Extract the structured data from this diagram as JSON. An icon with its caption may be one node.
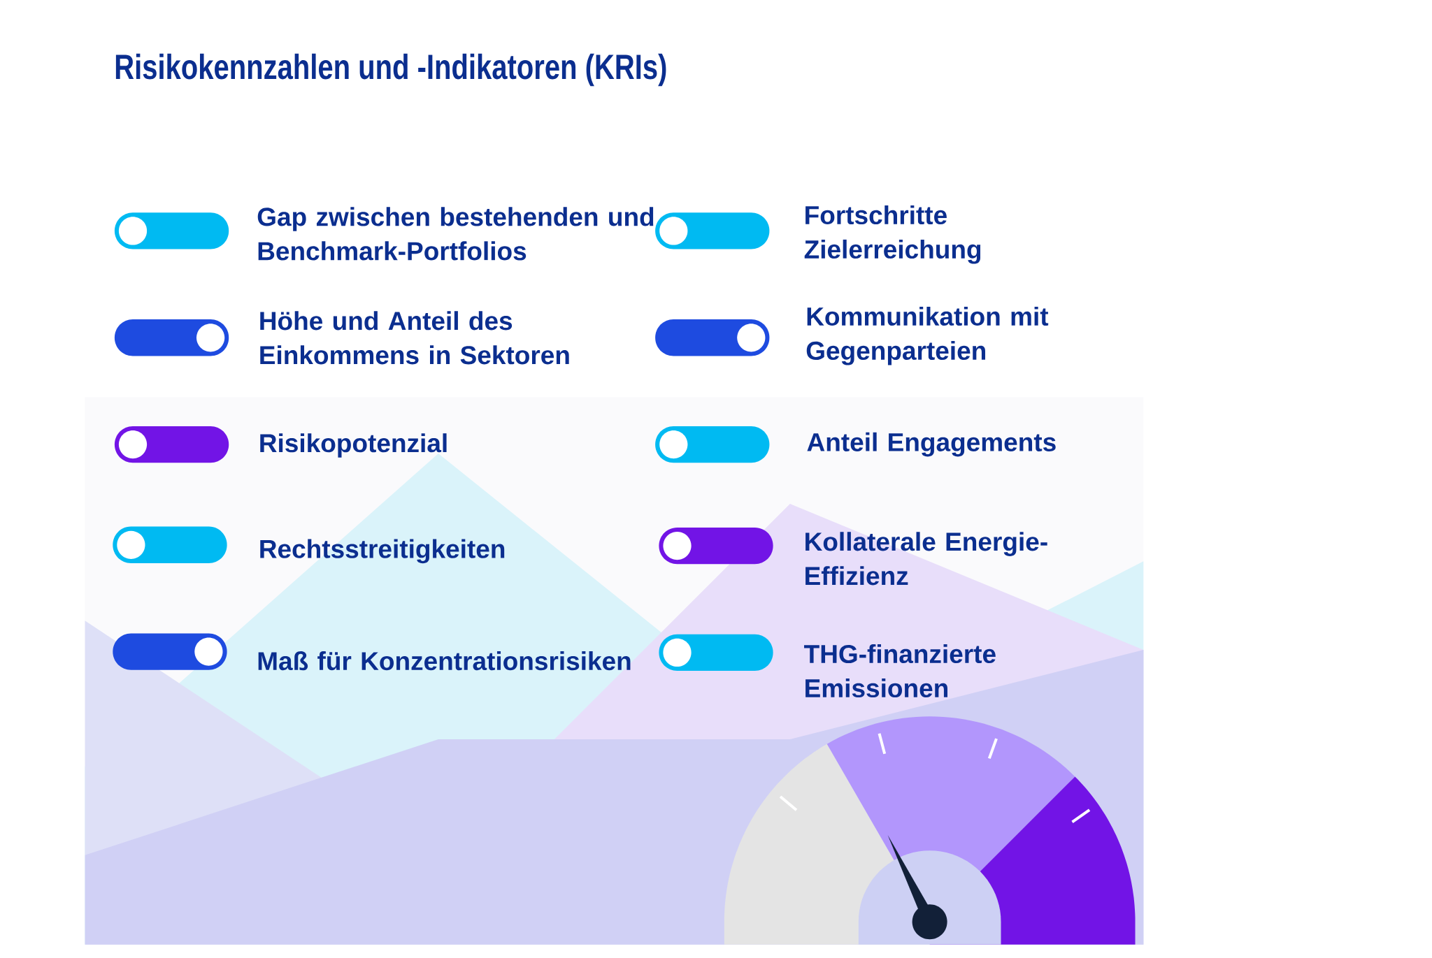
{
  "diagram": {
    "title": "Risikokennzahlen und -Indikatoren (KRIs)",
    "labels": [
      "Gap zwischen bestehenden und Benchmark-Portfolios",
      "Fortschritte Zielerreichung",
      "Höhe und Anteil des Einkommens in Sektoren",
      "Kommunikation mit Gegenparteien",
      "Risikopotenzial",
      "Anteil Engagements",
      "Rechtsstreitigkeiten",
      "Kollaterale Energie-Effizienz",
      "Maß für Konzentrationsrisiken",
      "THG-finanzierte Emissionen"
    ]
  }
}
